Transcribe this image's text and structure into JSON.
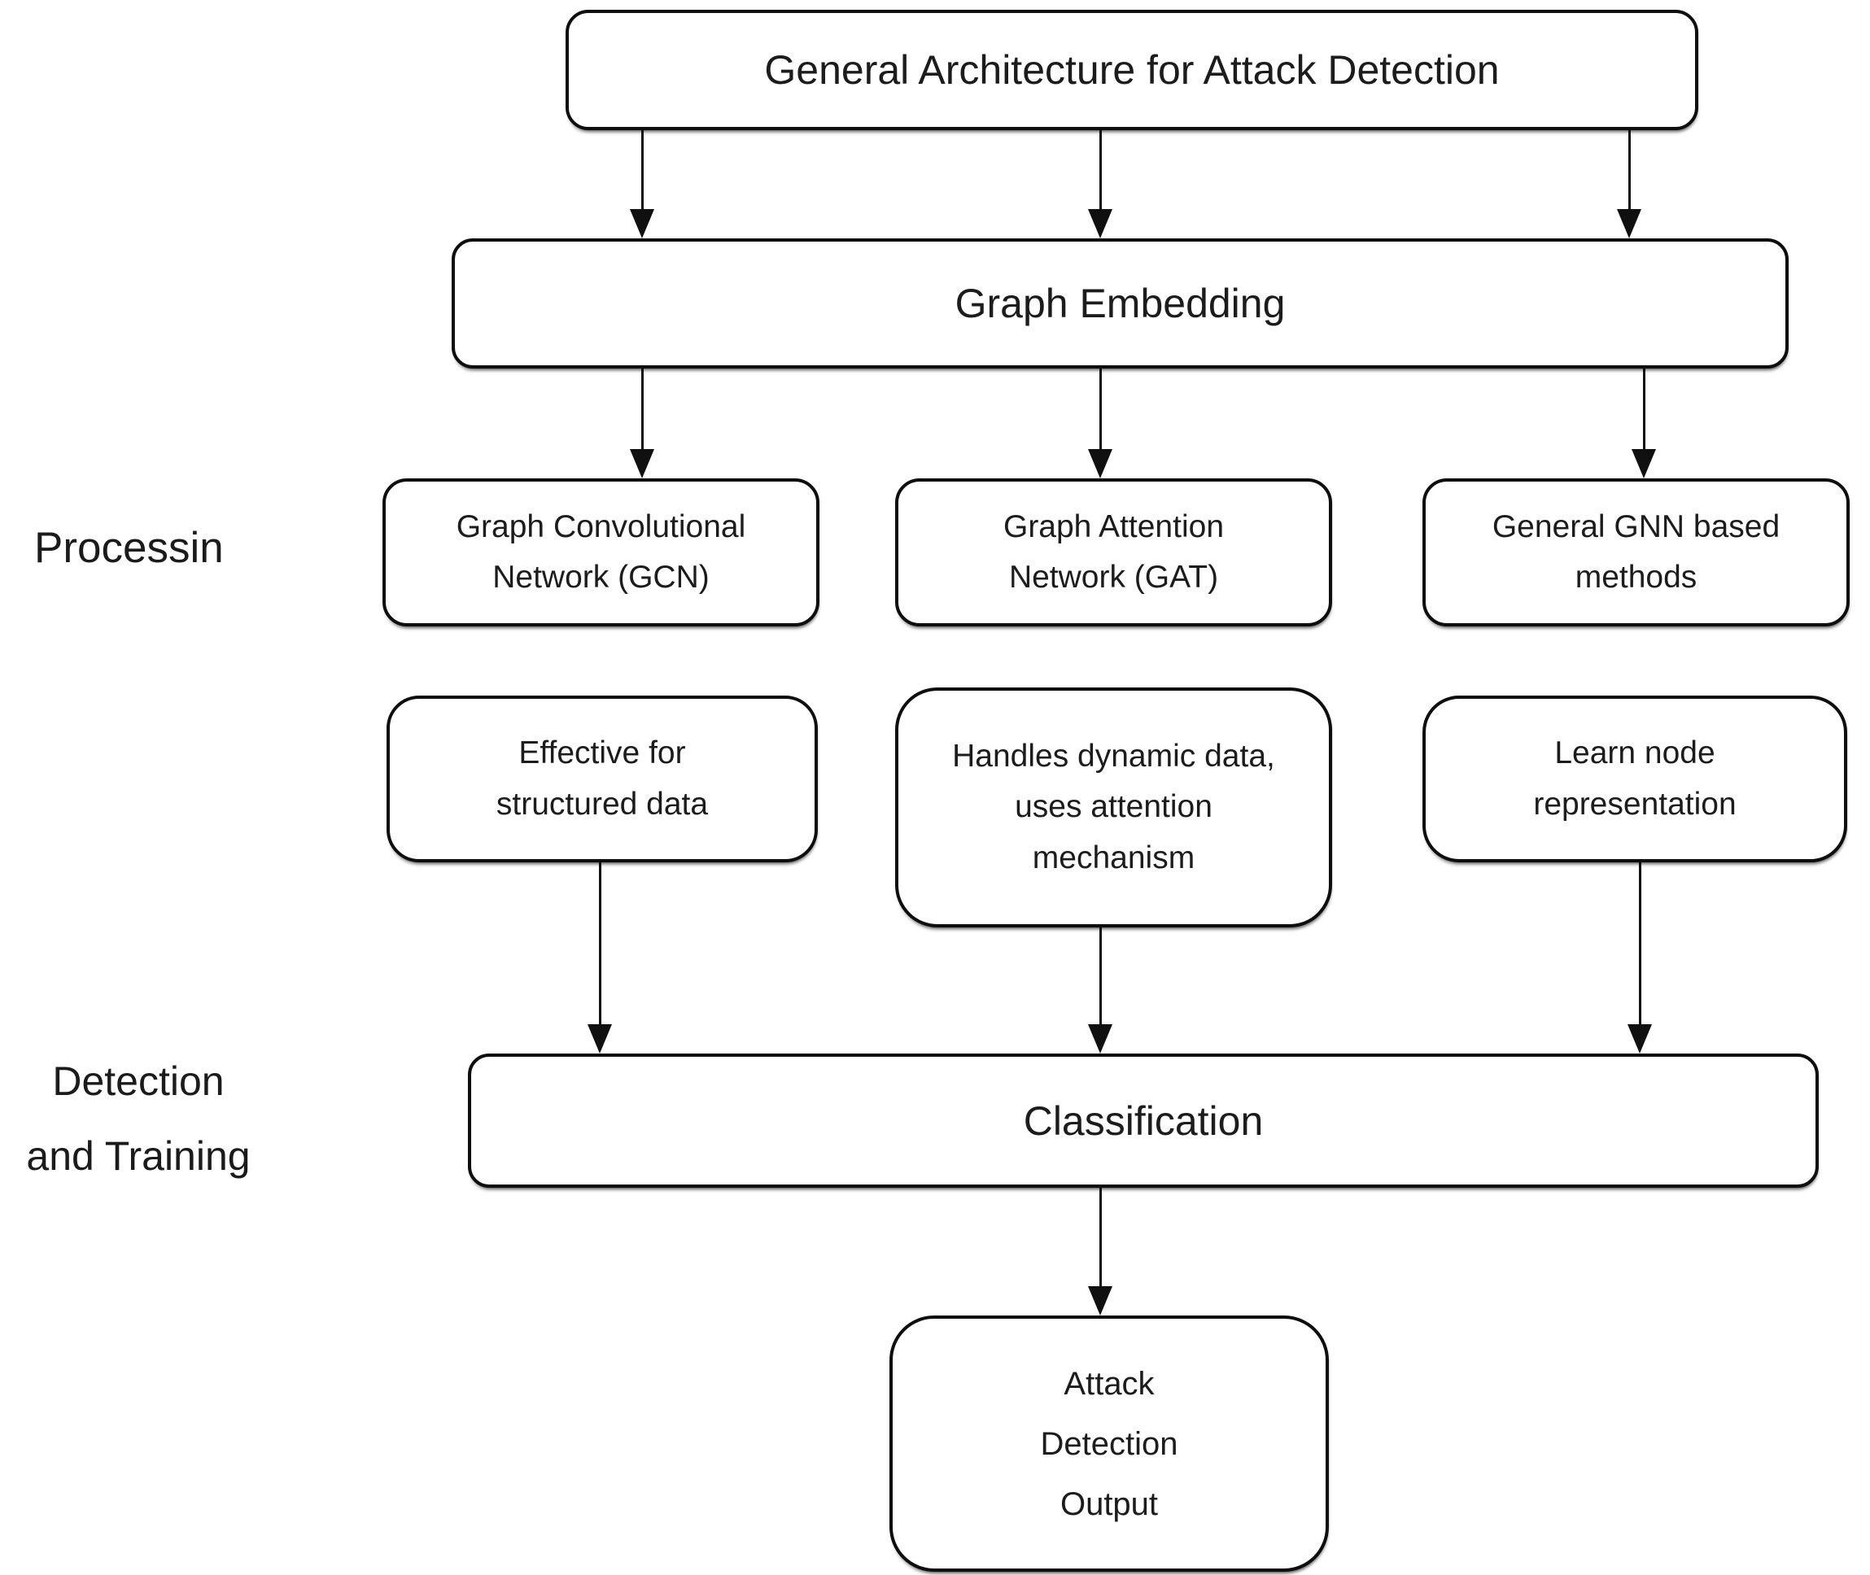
{
  "diagram": {
    "stage_labels": {
      "processing": "Processin",
      "detection_training": "Detection\nand Training"
    },
    "nodes": {
      "general_architecture": "General Architecture for Attack Detection",
      "graph_embedding": "Graph Embedding",
      "gcn": "Graph Convolutional Network (GCN)",
      "gat": "Graph Attention Network (GAT)",
      "general_gnn": "General GNN based methods",
      "gcn_note": "Effective for structured data",
      "gat_note": "Handles dynamic data, uses attention mechanism",
      "gnn_note": "Learn node representation",
      "classification": "Classification",
      "attack_output": "Attack\nDetection\nOutput"
    },
    "colors": {
      "stroke": "#0e0e0e",
      "text": "#1c1c1c",
      "background": "#ffffff"
    }
  }
}
